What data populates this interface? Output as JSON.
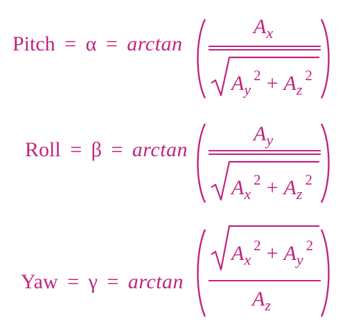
{
  "colors": {
    "ink": "#c0247e",
    "background": "#ffffff"
  },
  "equations": [
    {
      "label": "Pitch",
      "equals1": "=",
      "symbol": "α",
      "equals2": "=",
      "function": "arctan",
      "numerator": {
        "var": "A",
        "sub": "x"
      },
      "denominator": {
        "sqrt": true,
        "terms": [
          {
            "var": "A",
            "sub": "y",
            "sup": "2"
          },
          {
            "op": "+"
          },
          {
            "var": "A",
            "sub": "z",
            "sup": "2"
          }
        ]
      }
    },
    {
      "label": "Roll",
      "equals1": "=",
      "symbol": "β",
      "equals2": "=",
      "function": "arctan",
      "numerator": {
        "var": "A",
        "sub": "y"
      },
      "denominator": {
        "sqrt": true,
        "terms": [
          {
            "var": "A",
            "sub": "x",
            "sup": "2"
          },
          {
            "op": "+"
          },
          {
            "var": "A",
            "sub": "z",
            "sup": "2"
          }
        ]
      }
    },
    {
      "label": "Yaw",
      "equals1": "=",
      "symbol": "γ",
      "equals2": "=",
      "function": "arctan",
      "numerator": {
        "sqrt": true,
        "terms": [
          {
            "var": "A",
            "sub": "x",
            "sup": "2"
          },
          {
            "op": "+"
          },
          {
            "var": "A",
            "sub": "y",
            "sup": "2"
          }
        ]
      },
      "denominator": {
        "var": "A",
        "sub": "z"
      }
    }
  ]
}
